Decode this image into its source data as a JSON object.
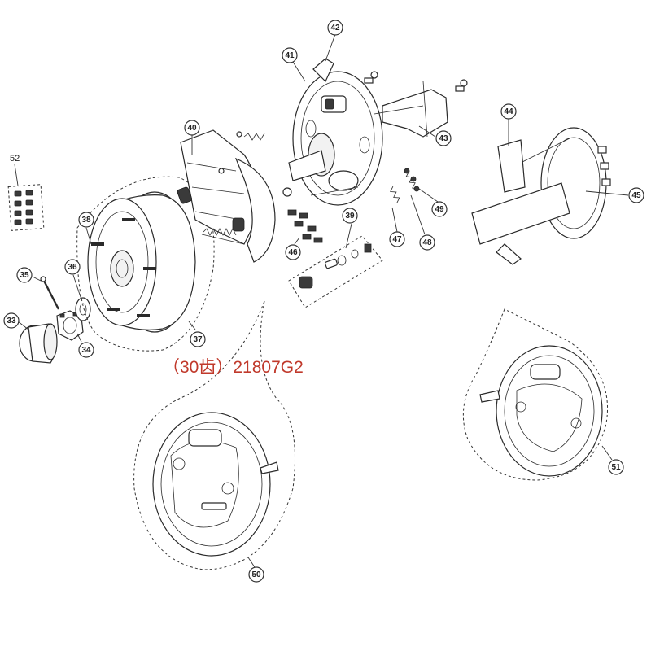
{
  "caption": {
    "text": "（30齿）21807G2",
    "color": "#c0392b"
  },
  "callouts": [
    {
      "id": "33",
      "label": "33"
    },
    {
      "id": "34",
      "label": "34"
    },
    {
      "id": "35",
      "label": "35"
    },
    {
      "id": "36",
      "label": "36"
    },
    {
      "id": "37",
      "label": "37"
    },
    {
      "id": "38",
      "label": "38"
    },
    {
      "id": "39",
      "label": "39"
    },
    {
      "id": "40",
      "label": "40"
    },
    {
      "id": "41",
      "label": "41"
    },
    {
      "id": "42",
      "label": "42"
    },
    {
      "id": "43",
      "label": "43"
    },
    {
      "id": "44",
      "label": "44"
    },
    {
      "id": "45",
      "label": "45"
    },
    {
      "id": "46",
      "label": "46"
    },
    {
      "id": "47",
      "label": "47"
    },
    {
      "id": "48",
      "label": "48"
    },
    {
      "id": "49",
      "label": "49"
    },
    {
      "id": "50",
      "label": "50"
    },
    {
      "id": "51",
      "label": "51"
    },
    {
      "id": "52",
      "label": "52"
    }
  ],
  "colors": {
    "line": "#2a2a2a",
    "background": "#ffffff",
    "caption": "#c0392b"
  }
}
